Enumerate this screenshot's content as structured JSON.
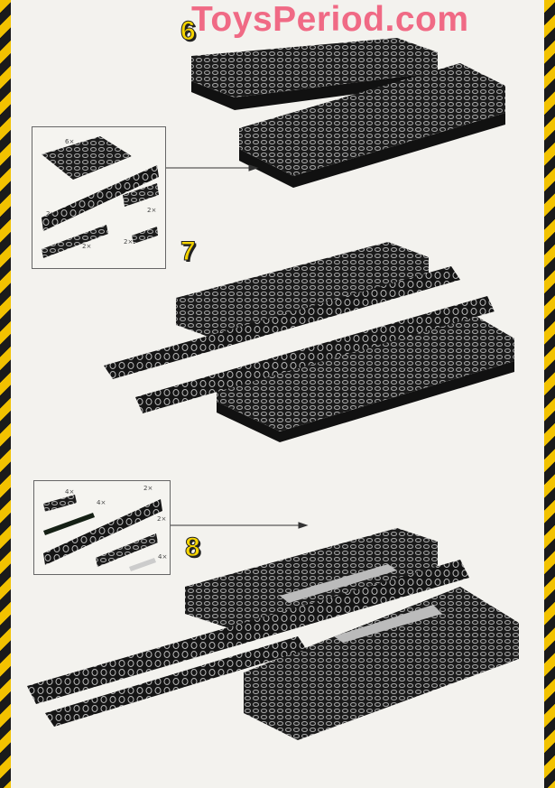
{
  "watermark": "ToysPeriod.com",
  "steps": [
    {
      "number": "6",
      "parts": [
        "6×",
        "2×",
        "2×",
        "2×",
        "2×"
      ]
    },
    {
      "number": "7"
    },
    {
      "number": "8",
      "parts": [
        "4×",
        "4×",
        "2×",
        "2×",
        "4×"
      ]
    }
  ],
  "colors": {
    "brick": "#1b1b1b",
    "stud": "#9a9a9a",
    "stripe_yellow": "#f2c200",
    "watermark": "#f06a85",
    "step_number": "#f5d400"
  }
}
